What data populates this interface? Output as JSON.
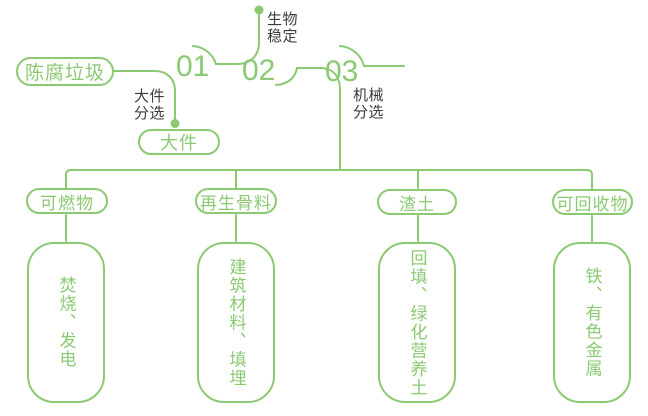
{
  "colors": {
    "accent_green": "#8BC973",
    "label_dark": "#3C3C3C",
    "background": "#FFFFFF"
  },
  "source": {
    "label": "陈腐垃圾"
  },
  "steps": [
    {
      "number": "01",
      "process_label": "大件\n分选",
      "output": "大件"
    },
    {
      "number": "02",
      "process_label": "生物\n稳定"
    },
    {
      "number": "03",
      "process_label": "机械\n分选"
    }
  ],
  "outputs": [
    {
      "category": "可燃物",
      "use": "焚烧、发电"
    },
    {
      "category": "再生骨料",
      "use": "建筑材料、填埋"
    },
    {
      "category": "渣土",
      "use": "回填、绿化营养土"
    },
    {
      "category": "可回收物",
      "use": "铁、有色金属"
    }
  ]
}
